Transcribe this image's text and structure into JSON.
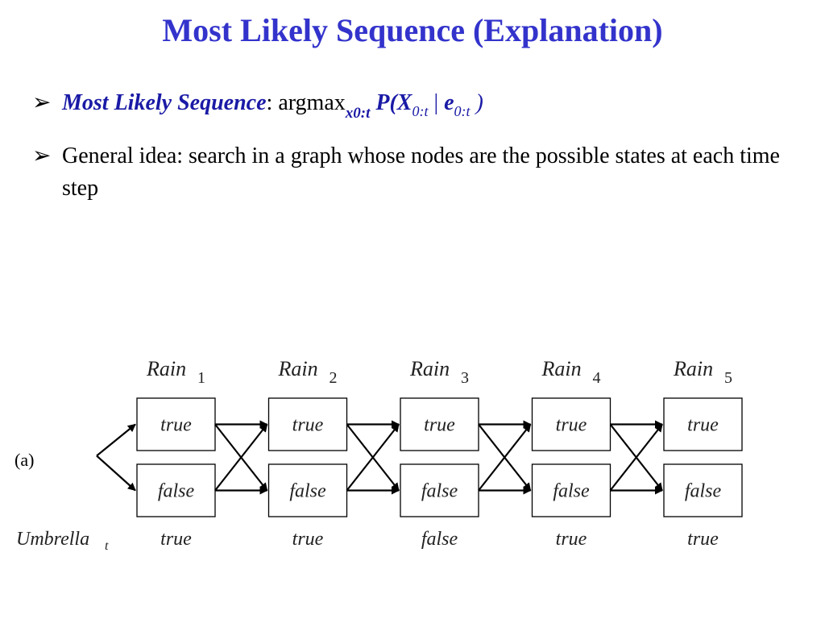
{
  "title": "Most Likely Sequence (Explanation)",
  "bullets": {
    "b1": {
      "marker": "➢",
      "term": "Most Likely Sequence",
      "colon": ":",
      "argmax": "argmax",
      "argmax_sub": "x0:t",
      "expr_p": "P(X",
      "expr_sub1": "0:t",
      "expr_bar": " | ",
      "expr_e": "e",
      "expr_sub2": "0:t",
      "expr_close": " )"
    },
    "b2": {
      "marker": "➢",
      "text": "General idea: search in a graph whose nodes are the possible states at each time step"
    }
  },
  "diagram": {
    "panel_label": "(a)",
    "evidence_label": "Umbrella",
    "evidence_sub": "t",
    "steps": [
      {
        "var": "Rain",
        "index": "1",
        "top": "true",
        "bottom": "false",
        "evidence": "true"
      },
      {
        "var": "Rain",
        "index": "2",
        "top": "true",
        "bottom": "false",
        "evidence": "true"
      },
      {
        "var": "Rain",
        "index": "3",
        "top": "true",
        "bottom": "false",
        "evidence": "false"
      },
      {
        "var": "Rain",
        "index": "4",
        "top": "true",
        "bottom": "false",
        "evidence": "true"
      },
      {
        "var": "Rain",
        "index": "5",
        "top": "true",
        "bottom": "false",
        "evidence": "true"
      }
    ]
  },
  "colors": {
    "title": "#3333cc",
    "accent": "#1a1aa6",
    "ink": "#000000"
  }
}
